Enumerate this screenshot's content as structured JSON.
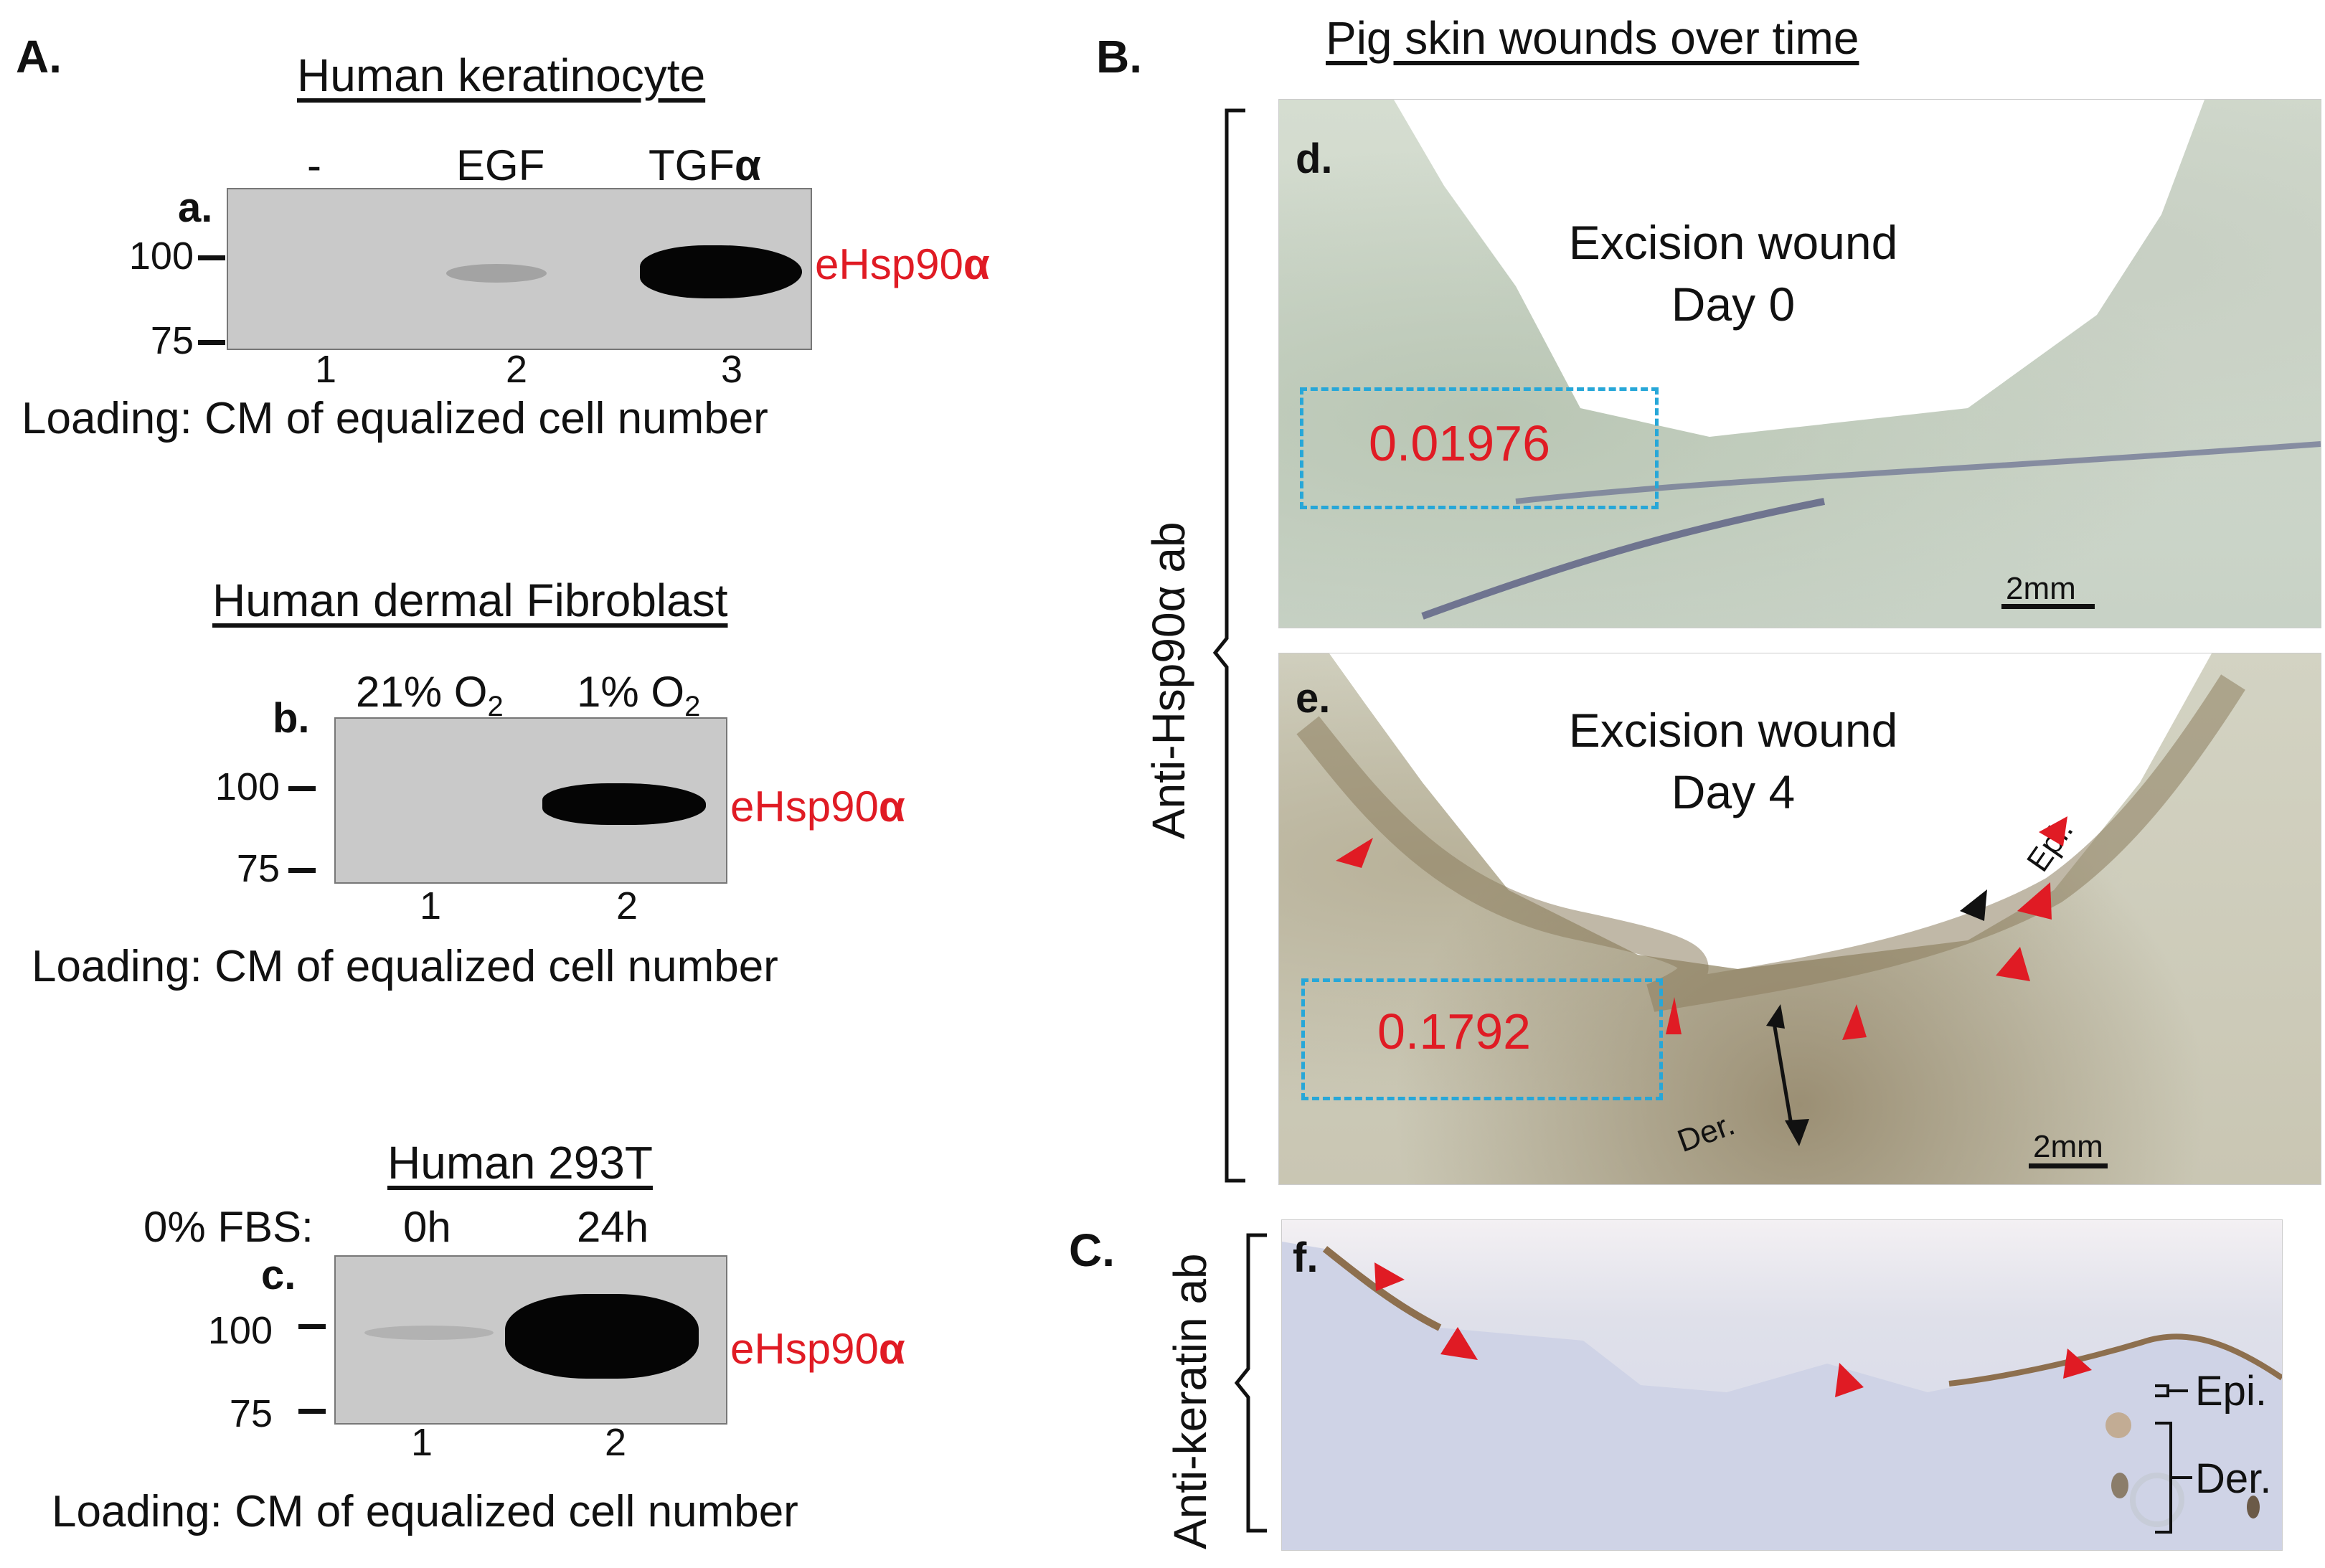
{
  "panel_A": {
    "letter": "A.",
    "blot_a": {
      "title": "Human keratinocyte",
      "sub": "a.",
      "lanes": [
        "-",
        "EGF",
        "TGF"
      ],
      "lane_alpha": "α",
      "markers": [
        "100",
        "75"
      ],
      "lane_numbers": [
        "1",
        "2",
        "3"
      ],
      "band_label": "eHsp90",
      "band_alpha": "α",
      "loading": "Loading: CM of equalized cell number"
    },
    "blot_b": {
      "title": "Human dermal Fibroblast",
      "sub": "b.",
      "lane1_pct": "21% O",
      "lane2_pct": "1% O",
      "lane_sub": "2",
      "markers": [
        "100",
        "75"
      ],
      "lane_numbers": [
        "1",
        "2"
      ],
      "band_label": "eHsp90",
      "band_alpha": "α",
      "loading": "Loading: CM of equalized cell number"
    },
    "blot_c": {
      "title": "Human 293T",
      "sub": "c.",
      "condition": "0% FBS:",
      "lanes": [
        "0h",
        "24h"
      ],
      "markers": [
        "100",
        "75"
      ],
      "lane_numbers": [
        "1",
        "2"
      ],
      "band_label": "eHsp90",
      "band_alpha": "α",
      "loading": "Loading: CM of equalized cell number"
    }
  },
  "panel_B": {
    "letter": "B.",
    "title": "Pig skin wounds over time",
    "side_label": "Anti-Hsp90α ab",
    "image_d": {
      "sub": "d.",
      "wound_line1": "Excision wound",
      "wound_line2": "Day 0",
      "value": "0.01976",
      "scale": "2mm"
    },
    "image_e": {
      "sub": "e.",
      "wound_line1": "Excision wound",
      "wound_line2": "Day 4",
      "value": "0.1792",
      "scale": "2mm",
      "epi": "Epi.",
      "der": "Der."
    }
  },
  "panel_C": {
    "letter": "C.",
    "side_label": "Anti-keratin ab",
    "image_f": {
      "sub": "f.",
      "epi": "Epi.",
      "der": "Der."
    }
  },
  "colors": {
    "accent_red": "#e01b24",
    "dashed_blue": "#27a7d8"
  }
}
